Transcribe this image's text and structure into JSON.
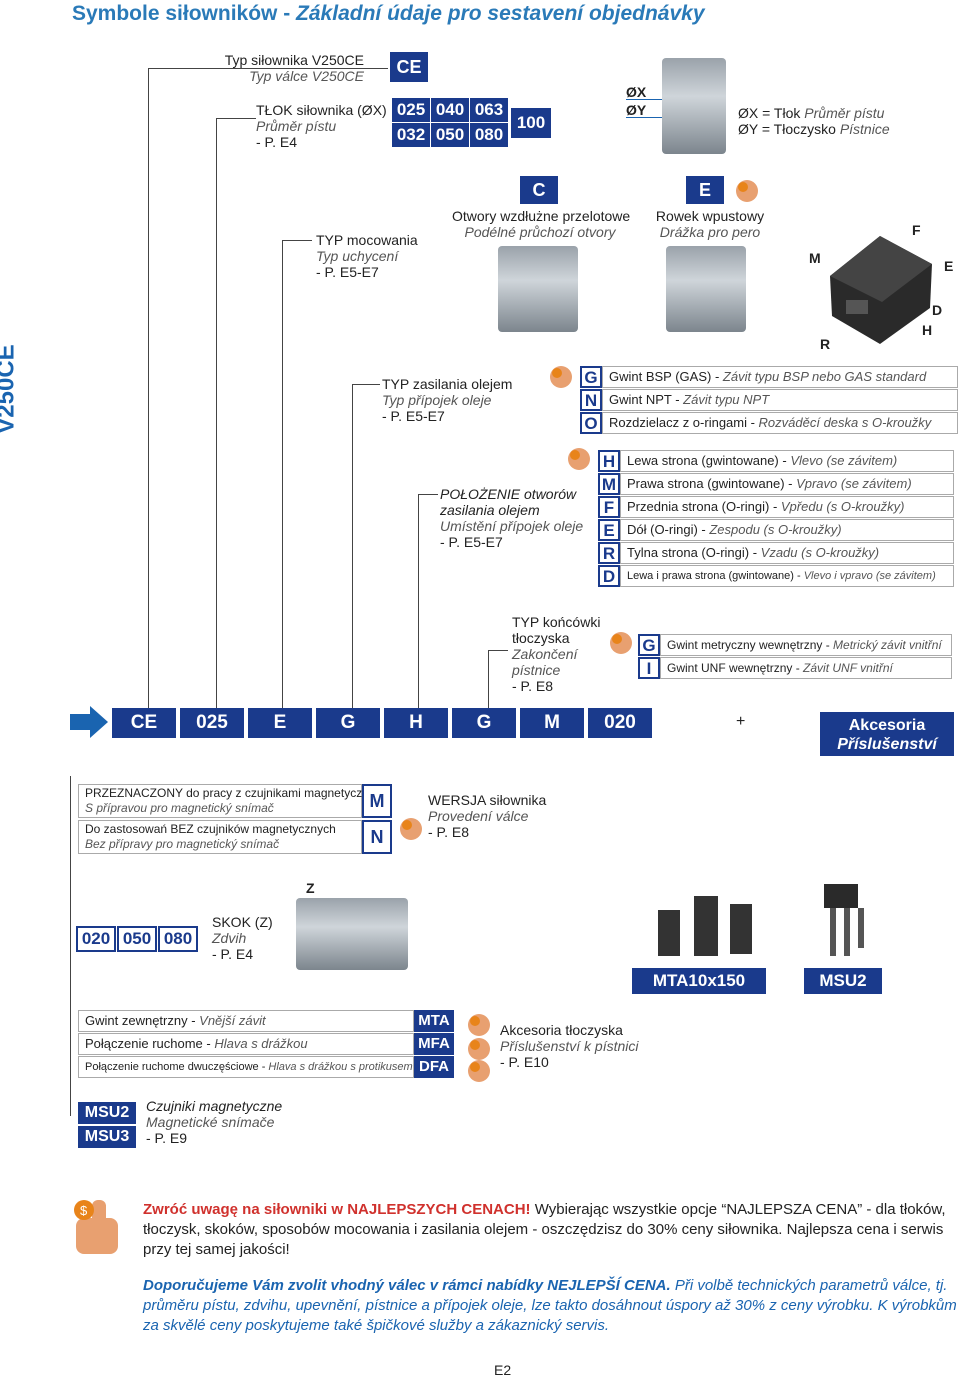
{
  "title": {
    "part1": "Symbole siłowników - ",
    "part2": "Základní údaje pro sestavení objednávky"
  },
  "side_label": "V250CE",
  "typ": {
    "l1": "Typ siłownika V250CE",
    "l2": "Typ válce V250CE",
    "code": "CE"
  },
  "tlok": {
    "l1": "TŁOK siłownika (ØX)",
    "l2": "Průměr pístu",
    "l3": "- P. E4",
    "row1": [
      "025",
      "040",
      "063"
    ],
    "row2": [
      "032",
      "050",
      "080"
    ],
    "extra": "100"
  },
  "diam": {
    "ox": "ØX",
    "oy": "ØY",
    "d1a": "ØX = Tłok ",
    "d1b": "Průměr pístu",
    "d2a": "ØY = Tłoczysko ",
    "d2b": "Pístnice"
  },
  "mocowanie": {
    "l1": "TYP mocowania",
    "l2": "Typ uchycení",
    "l3": "- P. E5-E7",
    "c_code": "C",
    "c1": "Otwory wzdłużne przelotowe",
    "c2": "Podélné průchozí otvory",
    "e_code": "E",
    "e1": "Rowek wpustowy",
    "e2": "Drážka pro pero",
    "faces": [
      "M",
      "F",
      "E",
      "D",
      "H",
      "R"
    ]
  },
  "zasilania": {
    "l1": "TYP zasilania olejem",
    "l2": "Typ přípojek oleje",
    "l3": "- P. E5-E7",
    "rows": [
      {
        "code": "G",
        "a": "Gwint BSP (GAS) - ",
        "b": "Závit typu BSP nebo GAS standard"
      },
      {
        "code": "N",
        "a": "Gwint NPT - ",
        "b": "Závit typu NPT"
      },
      {
        "code": "O",
        "a": "Rozdzielacz z o-ringami - ",
        "b": "Rozváděcí deska s O-kroužky"
      }
    ]
  },
  "polozenie": {
    "l1": "POŁOŻENIE otworów",
    "l2": "zasilania olejem",
    "l3": "Umístění přípojek oleje",
    "l4": "- P. E5-E7",
    "rows": [
      {
        "code": "H",
        "a": "Lewa strona (gwintowane) - ",
        "b": "Vlevo (se závitem)"
      },
      {
        "code": "M",
        "a": "Prawa strona (gwintowane) - ",
        "b": "Vpravo (se závitem)"
      },
      {
        "code": "F",
        "a": "Przednia strona (O-ringi) - ",
        "b": "Vpředu (s O-kroužky)"
      },
      {
        "code": "E",
        "a": "Dół (O-ringi) - ",
        "b": "Zespodu (s O-kroužky)"
      },
      {
        "code": "R",
        "a": "Tylna strona (O-ringi) - ",
        "b": "Vzadu (s O-kroužky)"
      },
      {
        "code": "D",
        "a": "Lewa i prawa strona (gwintowane) - ",
        "b": "Vlevo i vpravo (se závitem)"
      }
    ]
  },
  "koncowki": {
    "l1": "TYP końcówki",
    "l2": "tłoczyska",
    "l3": "Zakončení",
    "l4": "pístnice",
    "l5": "- P. E8",
    "rows": [
      {
        "code": "G",
        "a": "Gwint metryczny wewnętrzny - ",
        "b": "Metrický závit vnitřní"
      },
      {
        "code": "I",
        "a": "Gwint UNF wewnętrzny - ",
        "b": "Závit UNF vnitřní"
      }
    ]
  },
  "order": [
    "CE",
    "025",
    "E",
    "G",
    "H",
    "G",
    "M",
    "020"
  ],
  "plus": "+",
  "akcesoria": {
    "l1": "Akcesoria",
    "l2": "Příslušenství"
  },
  "przeznaczony": {
    "r1a": "PRZEZNACZONY do pracy z czujnikami magnetycznymi",
    "r1b": "S přípravou pro magnetický snímač",
    "c1": "M",
    "r2a": "Do zastosowań BEZ czujników magnetycznych",
    "r2b": "Bez přípravy pro magnetický snímač",
    "c2": "N",
    "w1": "WERSJA siłownika",
    "w2": "Provedení válce",
    "w3": "- P. E8"
  },
  "skok": {
    "z": "Z",
    "codes": [
      "020",
      "050",
      "080"
    ],
    "l1": "SKOK (Z)",
    "l2": "Zdvih",
    "l3": "- P. E4"
  },
  "mta_label": "MTA10x150",
  "msu_label": "MSU2",
  "akcesoria_tl": {
    "rows": [
      {
        "a": "Gwint zewnętrzny - ",
        "b": "Vnější závit",
        "code": "MTA"
      },
      {
        "a": "Połączenie ruchome - ",
        "b": "Hlava s drážkou",
        "code": "MFA"
      },
      {
        "a": "Połączenie ruchome dwuczęściowe - ",
        "b": "Hlava s drážkou s protikusem",
        "code": "DFA"
      }
    ],
    "l1": "Akcesoria tłoczyska",
    "l2": "Příslušenství k pístnici",
    "l3": "- P. E10"
  },
  "czujniki": {
    "codes": [
      "MSU2",
      "MSU3"
    ],
    "l1": "Czujniki magnetyczne",
    "l2": "Magnetické snímače",
    "l3": "- P. E9"
  },
  "promo": {
    "pl_bold": "Zwróć uwagę na siłowniki w NAJLEPSZYCH CENACH!",
    "pl_rest": " Wybierając wszystkie opcje “NAJLEPSZA CENA” - dla tłoków, tłoczysk, skoków, sposobów mocowania i zasilania olejem - oszczędzisz do 30% ceny siłownika. Najlepsza cena i serwis przy tej samej jakości!",
    "cz_bold": "Doporučujeme Vám zvolit vhodný válec v rámci nabídky NEJLEPŠÍ CENA.",
    "cz_rest": " Při volbě technických parametrů válce, tj. průměru pístu, zdvihu, upevnění, pístnice a přípojek oleje, lze takto dosáhnout úspory až 30% z ceny výrobku. K výrobkům za skvělé ceny poskytujeme také špičkové služby a zákaznický servis."
  },
  "page_no": "E2",
  "colors": {
    "navy": "#1a3a8c",
    "blue": "#1a64b0",
    "red": "#d0312d",
    "orange": "#e8841a"
  }
}
